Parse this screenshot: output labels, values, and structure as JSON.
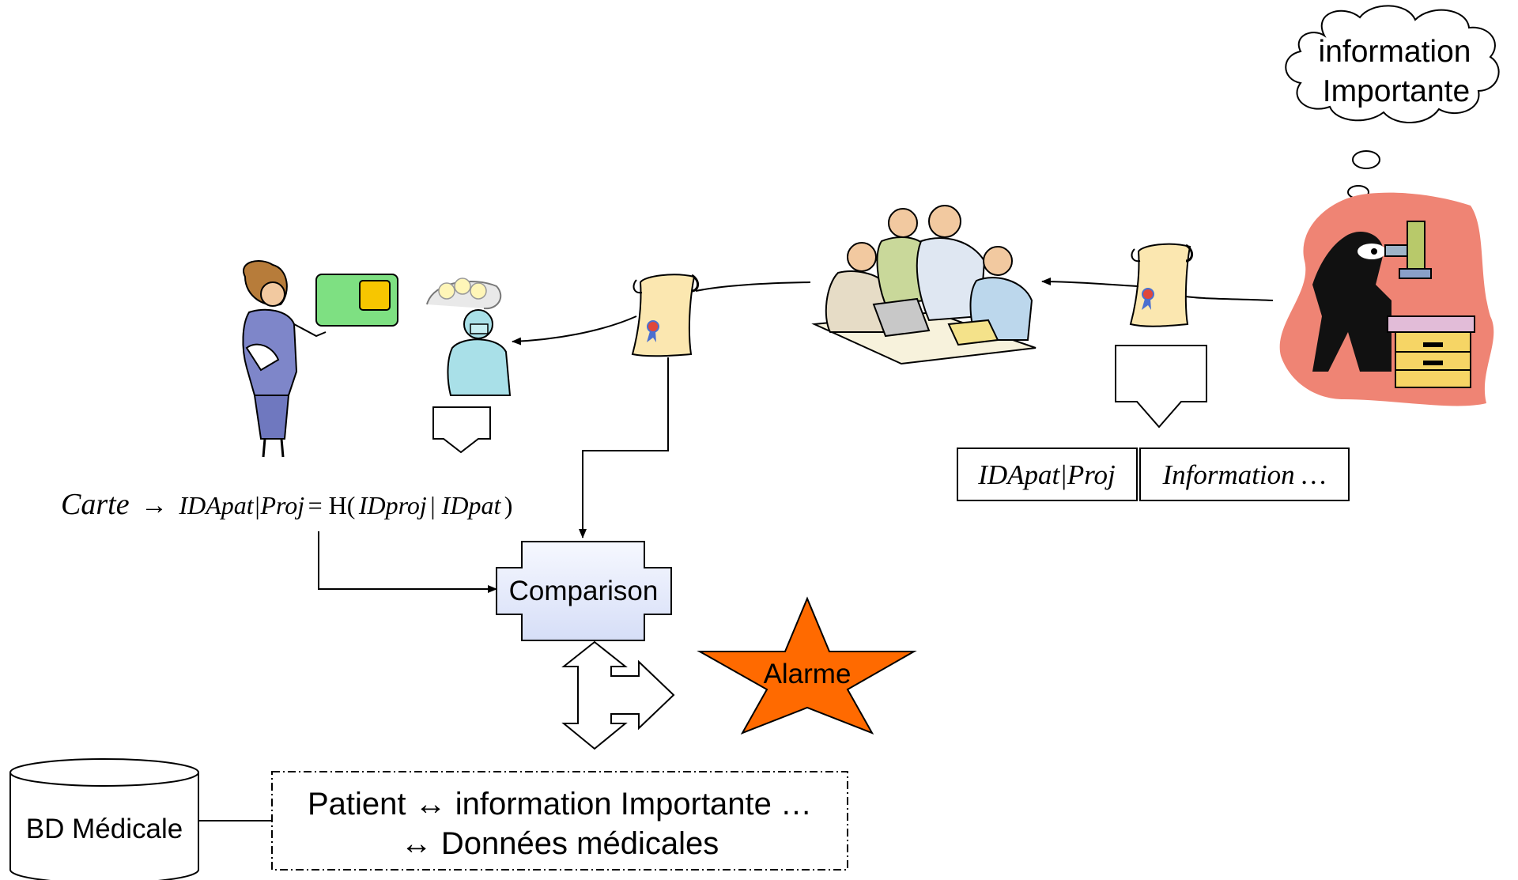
{
  "thought_bubble": {
    "line1": "information",
    "line2": "Importante"
  },
  "formula": {
    "carte": "Carte",
    "arrow": "→",
    "idapat_proj": "IDApat|Proj",
    "equals_h": " = H(",
    "idproj": "IDproj",
    "separator": " | ",
    "idpat": "IDpat",
    "close": ")"
  },
  "record_boxes": {
    "cell1": "IDApat|Proj",
    "cell2": "Information …"
  },
  "comparison_label": "Comparison",
  "alarm_label": "Alarme",
  "database_label": "BD Médicale",
  "result_box": {
    "line1": "Patient ↔ information Importante …",
    "line2": "↔ Données médicales"
  },
  "colors": {
    "card_fill": "#7ee082",
    "card_chip": "#f7c600",
    "comparison_fill_top": "#f6f8ff",
    "comparison_fill_bottom": "#d6def7",
    "star_fill": "#ff6a00",
    "scientist_bg": "#ef8474",
    "parchment": "#fbe7b0"
  },
  "icons": [
    "patient-woman-icon",
    "smart-card-icon",
    "surgeon-icon",
    "certificate-scroll-icon",
    "meeting-group-icon",
    "scientist-microscope-icon",
    "thought-cloud-icon",
    "database-cylinder-icon",
    "alarm-star-icon"
  ]
}
